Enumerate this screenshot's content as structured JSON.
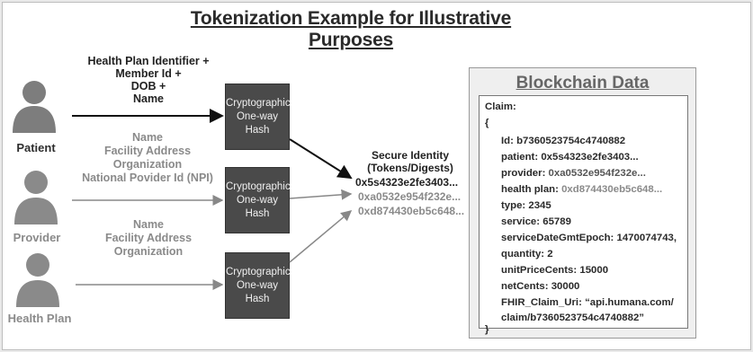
{
  "title": "Tokenization Example for Illustrative Purposes",
  "actors": {
    "patient": "Patient",
    "provider": "Provider",
    "health_plan": "Health Plan"
  },
  "patient_fields": [
    "Health Plan Identifier +",
    "Member Id +",
    "DOB +",
    "Name"
  ],
  "provider_fields": [
    "Name",
    "Facility Address",
    "Organization",
    "National Povider Id (NPI)"
  ],
  "healthplan_fields": [
    "Name",
    "Facility Address",
    "Organization"
  ],
  "hash_boxes": [
    [
      "Cryptographic",
      "One-way",
      "Hash"
    ],
    [
      "Cryptographic",
      "One-way",
      "Hash"
    ],
    [
      "Cryptographic",
      "One-way",
      "Hash"
    ]
  ],
  "secure_identity": {
    "title_line1": "Secure Identity",
    "title_line2": "(Tokens/Digests)",
    "tokens": [
      "0x5s4323e2fe3403...",
      "0xa0532e954f232e...",
      "0xd874430eb5c648..."
    ]
  },
  "blockchain": {
    "title": "Blockchain Data",
    "claim_label": "Claim:",
    "open_brace": "{",
    "close_brace": "}",
    "fields": [
      {
        "key": "Id:",
        "value": "b7360523754c4740882"
      },
      {
        "key": "patient:",
        "value": "0x5s4323e2fe3403..."
      },
      {
        "key": "provider:",
        "value": "0xa0532e954f232e..."
      },
      {
        "key": "health plan:",
        "value": "0xd874430eb5c648..."
      },
      {
        "key": "type:",
        "value": "2345"
      },
      {
        "key": "service:",
        "value": "65789"
      },
      {
        "key": "serviceDateGmtEpoch:",
        "value": "1470074743,"
      },
      {
        "key": "quantity:",
        "value": "2"
      },
      {
        "key": "unitPriceCents:",
        "value": "15000"
      },
      {
        "key": "netCents:",
        "value": "30000"
      },
      {
        "key": "FHIR_Claim_Uri:",
        "value": "“api.humana.com/"
      },
      {
        "key": "",
        "value": "claim/b7360523754c4740882”"
      }
    ]
  },
  "colors": {
    "hash_fill": "#4a4a4a",
    "dark_text": "#333333",
    "grey_text": "#8a8a8a",
    "person_fill": "#7d7d7d"
  }
}
